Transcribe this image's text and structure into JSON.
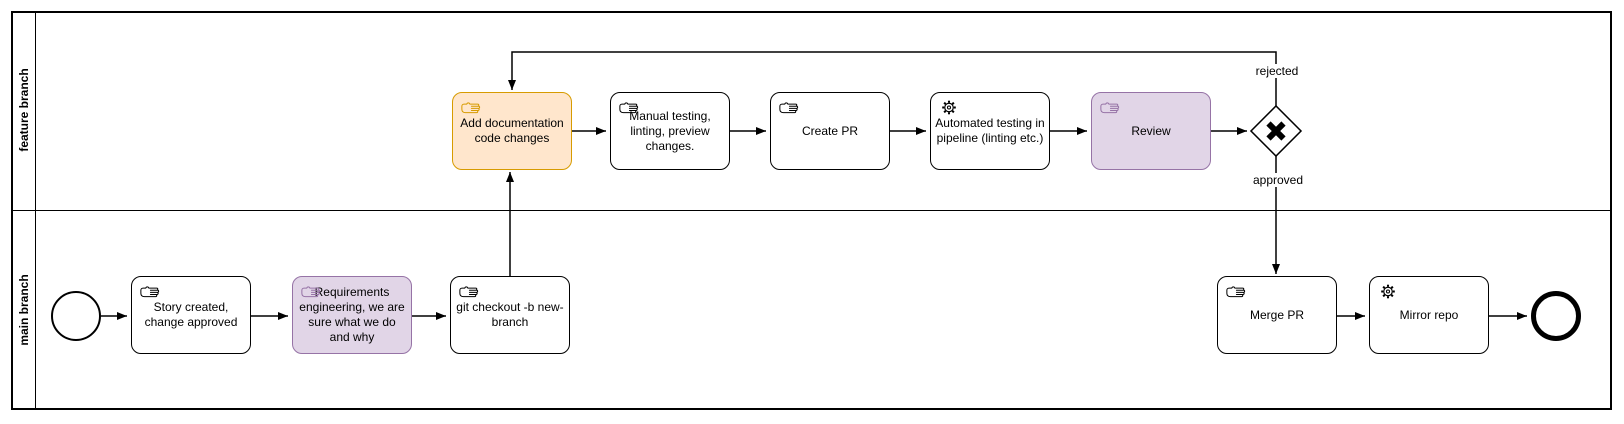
{
  "diagram_type": "bpmn-swimlane",
  "lanes": [
    {
      "id": "feature",
      "label": "feature branch"
    },
    {
      "id": "main",
      "label": "main branch"
    }
  ],
  "nodes": {
    "start_event": {
      "type": "start-event",
      "lane": "main"
    },
    "story_created": {
      "label": "Story created, change approved",
      "type": "manual-task",
      "style": "white",
      "lane": "main"
    },
    "requirements": {
      "label": "Requirements engineering, we are sure what we do and why",
      "type": "manual-task",
      "style": "purple",
      "lane": "main"
    },
    "git_checkout": {
      "label": "git checkout -b new-branch",
      "type": "manual-task",
      "style": "white",
      "lane": "main"
    },
    "add_documentation": {
      "label": "Add documentation code changes",
      "type": "manual-task",
      "style": "orange",
      "lane": "feature"
    },
    "manual_testing": {
      "label": "Manual testing, linting, preview changes.",
      "type": "manual-task",
      "style": "white",
      "lane": "feature"
    },
    "create_pr": {
      "label": "Create PR",
      "type": "manual-task",
      "style": "white",
      "lane": "feature"
    },
    "automated_testing": {
      "label": "Automated testing in pipeline (linting etc.)",
      "type": "service-task",
      "style": "white",
      "lane": "feature"
    },
    "review": {
      "label": "Review",
      "type": "manual-task",
      "style": "purple",
      "lane": "feature"
    },
    "review_gateway": {
      "type": "exclusive-gateway",
      "lane": "feature"
    },
    "merge_pr": {
      "label": "Merge PR",
      "type": "manual-task",
      "style": "white",
      "lane": "main"
    },
    "mirror_repo": {
      "label": "Mirror repo",
      "type": "service-task",
      "style": "white",
      "lane": "main"
    },
    "end_event": {
      "type": "end-event",
      "lane": "main"
    }
  },
  "edge_labels": {
    "rejected": "rejected",
    "approved": "approved"
  },
  "flows": [
    {
      "from": "start_event",
      "to": "story_created"
    },
    {
      "from": "story_created",
      "to": "requirements"
    },
    {
      "from": "requirements",
      "to": "git_checkout"
    },
    {
      "from": "git_checkout",
      "to": "add_documentation"
    },
    {
      "from": "add_documentation",
      "to": "manual_testing"
    },
    {
      "from": "manual_testing",
      "to": "create_pr"
    },
    {
      "from": "create_pr",
      "to": "automated_testing"
    },
    {
      "from": "automated_testing",
      "to": "review"
    },
    {
      "from": "review",
      "to": "review_gateway"
    },
    {
      "from": "review_gateway",
      "to": "add_documentation",
      "label": "rejected"
    },
    {
      "from": "review_gateway",
      "to": "merge_pr",
      "label": "approved"
    },
    {
      "from": "merge_pr",
      "to": "mirror_repo"
    },
    {
      "from": "mirror_repo",
      "to": "end_event"
    }
  ],
  "colors": {
    "orange_fill": "#ffe6cc",
    "orange_stroke": "#d79b00",
    "purple_fill": "#e1d5e7",
    "purple_stroke": "#9673a6",
    "line": "#000000",
    "background": "#ffffff"
  }
}
